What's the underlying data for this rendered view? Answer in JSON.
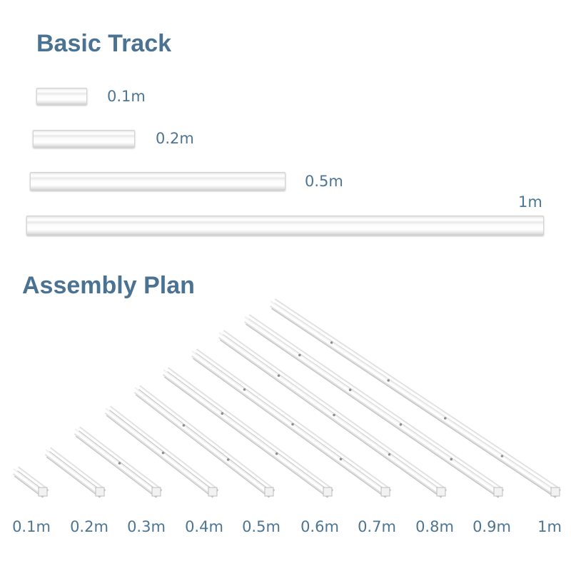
{
  "basic_track": {
    "title": "Basic Track",
    "items": [
      {
        "label": "0.1m"
      },
      {
        "label": "0.2m"
      },
      {
        "label": "0.5m"
      },
      {
        "label": "1m"
      }
    ]
  },
  "assembly_plan": {
    "title": "Assembly Plan",
    "items": [
      {
        "label": "0.1m"
      },
      {
        "label": "0.2m"
      },
      {
        "label": "0.3m"
      },
      {
        "label": "0.4m"
      },
      {
        "label": "0.5m"
      },
      {
        "label": "0.6m"
      },
      {
        "label": "0.7m"
      },
      {
        "label": "0.8m"
      },
      {
        "label": "0.9m"
      },
      {
        "label": "1m"
      }
    ]
  },
  "colors": {
    "heading": "#4a7393",
    "label": "#4d7594",
    "rail_highlight": "#ffffff",
    "rail_shadow": "#b5b5b5"
  }
}
